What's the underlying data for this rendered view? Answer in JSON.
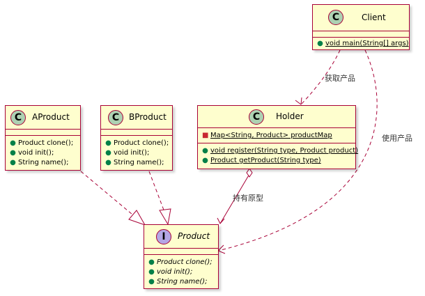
{
  "colors": {
    "class_fill": "#FEFECE",
    "border": "#A80036",
    "class_badge": "#ADD1B2",
    "interface_badge": "#B4A7E5",
    "public": "#038048",
    "private": "#C82930"
  },
  "classes": {
    "client": {
      "stereotype": "C",
      "name": "Client",
      "methods": [
        {
          "vis": "public",
          "text": "void main(String[] args)",
          "underline": true
        }
      ]
    },
    "aproduct": {
      "stereotype": "C",
      "name": "AProduct",
      "methods": [
        {
          "vis": "public",
          "text": "Product clone();"
        },
        {
          "vis": "public",
          "text": "void init();"
        },
        {
          "vis": "public",
          "text": "String name();"
        }
      ]
    },
    "bproduct": {
      "stereotype": "C",
      "name": "BProduct",
      "methods": [
        {
          "vis": "public",
          "text": "Product clone();"
        },
        {
          "vis": "public",
          "text": "void init();"
        },
        {
          "vis": "public",
          "text": "String name();"
        }
      ]
    },
    "holder": {
      "stereotype": "C",
      "name": "Holder",
      "fields": [
        {
          "vis": "private",
          "text": "Map<String, Product> productMap",
          "underline": true
        }
      ],
      "methods": [
        {
          "vis": "public",
          "text": "void register(String type, Product product)",
          "underline": true
        },
        {
          "vis": "public",
          "text": "Product getProduct(String type)",
          "underline": true
        }
      ]
    },
    "product": {
      "stereotype": "I",
      "name": "Product",
      "italic": true,
      "methods": [
        {
          "vis": "public",
          "text": "Product clone();",
          "italic": true
        },
        {
          "vis": "public",
          "text": "void init();",
          "italic": true
        },
        {
          "vis": "public",
          "text": "String name();",
          "italic": true
        }
      ]
    }
  },
  "relations": {
    "client_holder": {
      "label": "获取产品",
      "kind": "dependency"
    },
    "client_product": {
      "label": "使用产品",
      "kind": "dependency"
    },
    "holder_product": {
      "label": "持有原型",
      "kind": "aggregation"
    },
    "aproduct_product": {
      "label": "",
      "kind": "realization"
    },
    "bproduct_product": {
      "label": "",
      "kind": "realization"
    }
  }
}
